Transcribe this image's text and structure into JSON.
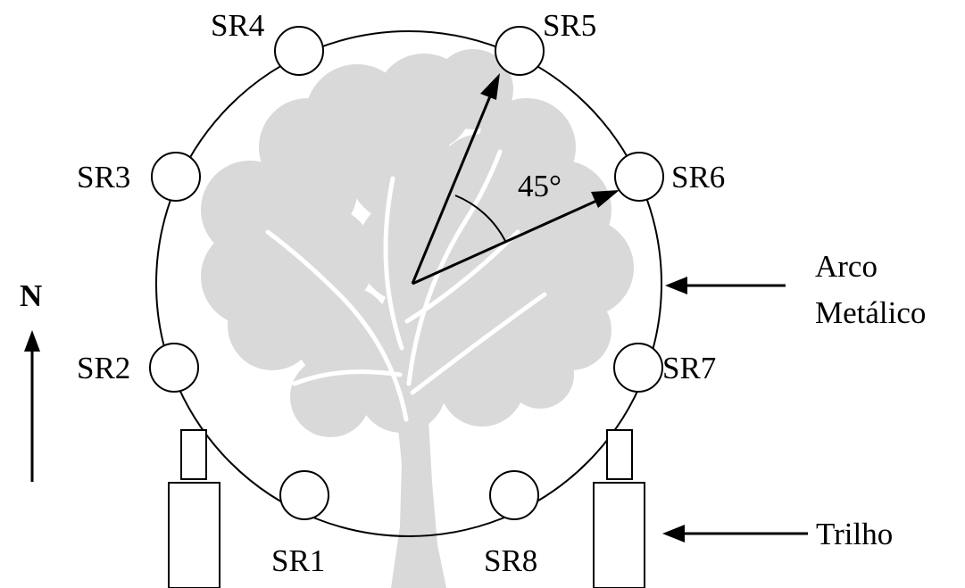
{
  "sensors": [
    {
      "id": "sr1",
      "label": "SR1"
    },
    {
      "id": "sr2",
      "label": "SR2"
    },
    {
      "id": "sr3",
      "label": "SR3"
    },
    {
      "id": "sr4",
      "label": "SR4"
    },
    {
      "id": "sr5",
      "label": "SR5"
    },
    {
      "id": "sr6",
      "label": "SR6"
    },
    {
      "id": "sr7",
      "label": "SR7"
    },
    {
      "id": "sr8",
      "label": "SR8"
    }
  ],
  "angle_label": "45°",
  "north_label": "N",
  "arc_label": {
    "line1": "Arco",
    "line2": "Metálico"
  },
  "rail_label": "Trilho",
  "colors": {
    "tree": "#d9d9d9",
    "lines": "#000000",
    "background": "#ffffff"
  }
}
